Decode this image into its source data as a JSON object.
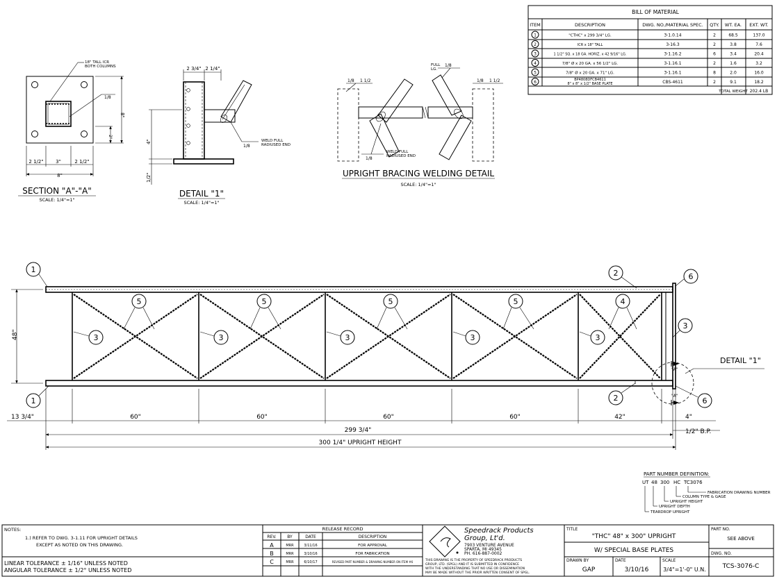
{
  "bom": {
    "title": "BILL OF MATERIAL",
    "headers": [
      "ITEM",
      "DESCRIPTION",
      "DWG. NO./MATERIAL SPEC.",
      "QTY.",
      "WT. EA.",
      "EXT. WT."
    ],
    "rows": [
      {
        "item": "1",
        "desc": "\"CTHC\" x 299 3/4\" LG.",
        "dwg": "3-1.0.14",
        "qty": "2",
        "wt": "68.5",
        "ext": "137.0"
      },
      {
        "item": "2",
        "desc": "ICR x 18\" TALL",
        "dwg": "3-16.3",
        "qty": "2",
        "wt": "3.8",
        "ext": "7.6"
      },
      {
        "item": "3",
        "desc": "1 1/2\" SQ. x 18 GA. HORIZ. x 42 9/16\" LG.",
        "dwg": "3-1.16.2",
        "qty": "6",
        "wt": "3.4",
        "ext": "20.4"
      },
      {
        "item": "4",
        "desc": "7/8\" Ø x 20 GA. x 56 1/2\" LG.",
        "dwg": "3-1.16.1",
        "qty": "2",
        "wt": "1.6",
        "ext": "3.2"
      },
      {
        "item": "5",
        "desc": "7/8\" Ø x 20 GA. x 71\" LG.",
        "dwg": "3-1.16.1",
        "qty": "8",
        "wt": "2.0",
        "ext": "16.0"
      },
      {
        "item": "6",
        "desc": "BP4808DFCB4611",
        "desc2": "8\" x 8\" x 1/2\" BASE PLATE",
        "dwg": "CBS-4611",
        "qty": "2",
        "wt": "9.1",
        "ext": "18.2"
      }
    ],
    "total_label": "TOTAL WEIGHT",
    "total_value": "202.4 LB"
  },
  "section_a": {
    "title": "SECTION \"A\"-\"A\"",
    "scale": "SCALE: 1/4\"=1\"",
    "note_line1": "18\" TALL ICR",
    "note_line2": "BOTH COLUMNS",
    "weld": "1/8",
    "dim_right": "8\"",
    "dim_small": "2\"",
    "dim_b1": "2 1/2\"",
    "dim_b2": "3\"",
    "dim_b3": "2 1/2\"",
    "dim_total": "8\""
  },
  "detail1": {
    "title": "DETAIL \"1\"",
    "scale": "SCALE: 1/4\"=1\"",
    "dim_top1": "2 3/4\"",
    "dim_top2": "2 1/4\"",
    "dim_left1": "4\"",
    "dim_left2": "1/2\"",
    "weld": "1/8",
    "weld_note1": "WELD FULL",
    "weld_note2": "RADIUSED END"
  },
  "bracing": {
    "title": "UPRIGHT BRACING WELDING DETAIL",
    "scale": "SCALE: 1/4\"=1\"",
    "full_lg": "FULL",
    "full_lg2": "LG.",
    "weld_a": "1/8",
    "weld_b": "1 1/2",
    "weld_note1": "WELD FULL",
    "weld_note2": "RADIUSED END"
  },
  "elevation": {
    "dim_height": "48\"",
    "dim_left": "13 3/4\"",
    "dim_panels": [
      "60\"",
      "60\"",
      "60\"",
      "60\"",
      "42\""
    ],
    "dim_right": "4\"",
    "dim_length": "299 3/4\"",
    "dim_bp": "1/2\" B.P.",
    "dim_total": "300 1/4\" UPRIGHT HEIGHT",
    "detail_label": "DETAIL \"1\"",
    "section_mark": "\"A\"",
    "bubbles": {
      "one": "1",
      "two": "2",
      "three": "3",
      "four": "4",
      "five": "5",
      "six": "6"
    }
  },
  "pn": {
    "title": "PART NUMBER DEFINITION:",
    "parts": [
      "UT",
      "48",
      "300",
      "HC",
      "TC3076"
    ],
    "l1": "FABRICATION DRAWING NUMBER",
    "l2": "COLUMN TYPE & GAGE",
    "l3": "UPRIGHT HEIGHT",
    "l4": "UPRIGHT DEPTH",
    "l5": "TEARDROP UPRIGHT"
  },
  "notes": {
    "heading": "NOTES:",
    "n1": "1.) REFER TO DWG. 3-1.11 FOR UPRIGHT DETAILS",
    "n1b": "EXCEPT AS NOTED ON THIS DRAWING.",
    "tol1": "LINEAR TOLERANCE ± 1/16\" UNLESS NOTED",
    "tol2": "ANGULAR TOLERANCE ± 1/2° UNLESS NOTED"
  },
  "release": {
    "title": "RELEASE RECORD",
    "headers": [
      "REV.",
      "BY",
      "DATE",
      "DESCRIPTION"
    ],
    "rows": [
      {
        "rev": "A",
        "by": "MRR",
        "date": "3/11/16",
        "desc": "FOR APPROVAL"
      },
      {
        "rev": "B",
        "by": "MRR",
        "date": "3/10/16",
        "desc": "FOR FABRICATION"
      },
      {
        "rev": "C",
        "by": "MRR",
        "date": "6/10/17",
        "desc": "REVISED PART NUMBER & DRAWING NUMBER ON ITEM #6"
      }
    ]
  },
  "company": {
    "name1": "Speedrack Products",
    "name2": "Group, Lt'd.",
    "addr1": "7903 VENTURE AVENUE",
    "addr2": "SPARTA, MI  49345",
    "phone": "PH. 616-887-0002",
    "legal1": "THIS DRAWING IS THE PROPERTY OF SPEEDRACK PRODUCTS",
    "legal2": "GROUP, LTD. (SPGL) AND IT IS SUBMITTED IN CONFIDENCE",
    "legal3": "WITH THE UNDERSTANDING THAT NO USE OR DISSEMINATION",
    "legal4": "MAY BE MADE WITHOUT THE PRIOR WRITTEN CONSENT OF SPGL."
  },
  "titleblock": {
    "title_label": "TITLE",
    "title1": "\"THC\" 48\" x 300\" UPRIGHT",
    "title2": "W/ SPECIAL BASE PLATES",
    "part_label": "PART NO.",
    "part_value": "SEE ABOVE",
    "dwg_label": "DWG. NO.",
    "dwg_value": "TCS-3076-C",
    "drawn_label": "DRAWN BY",
    "drawn_value": "GAP",
    "date_label": "DATE",
    "date_value": "3/10/16",
    "scale_label": "SCALE",
    "scale_value": "3/4\"=1'-0\" U.N."
  }
}
